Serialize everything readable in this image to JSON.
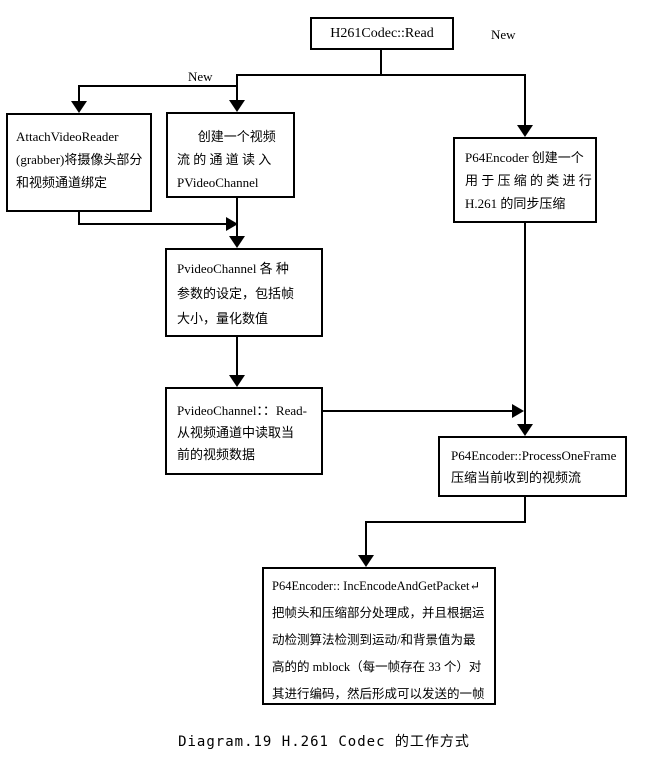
{
  "diagram": {
    "caption": "Diagram.19 H.261 Codec 的工作方式",
    "annotations": {
      "new_right": "New",
      "new_left": "New"
    },
    "nodes": {
      "h261_read": {
        "title": "H261Codec::Read"
      },
      "attach_video_reader": {
        "lines": [
          "AttachVideoReader",
          "(grabber)将摄像头部分",
          "和视频通道绑定"
        ]
      },
      "create_video_channel": {
        "lines": [
          "创建一个视频",
          "流 的 通 道 读 入",
          "PVideoChannel"
        ]
      },
      "p64encoder_create": {
        "lines": [
          "P64Encoder 创建一个",
          "用 于 压 缩 的 类 进 行",
          "H.261 的同步压缩"
        ]
      },
      "pvideochannel_params": {
        "lines": [
          "PvideoChannel 各 种",
          "参数的设定，包括帧",
          "大小，量化数值"
        ]
      },
      "pvideochannel_read": {
        "lines": [
          "PvideoChannel：：Read-",
          "从视频通道中读取当",
          "前的视频数据"
        ]
      },
      "p64encoder_process_one_frame": {
        "lines": [
          "P64Encoder::ProcessOneFrame",
          "压缩当前收到的视频流"
        ]
      },
      "p64encoder_inc_encode": {
        "lines": [
          "P64Encoder:: IncEncodeAndGetPacket↵",
          "把帧头和压缩部分处理成，并且根据运",
          "动检测算法检测到运动/和背景值为最",
          "高的的 mblock（每一帧存在 33 个）对",
          "其进行编码，然后形成可以发送的一帧"
        ]
      }
    },
    "colors": {
      "line": "#000000",
      "background": "#ffffff",
      "text": "#000000"
    }
  }
}
